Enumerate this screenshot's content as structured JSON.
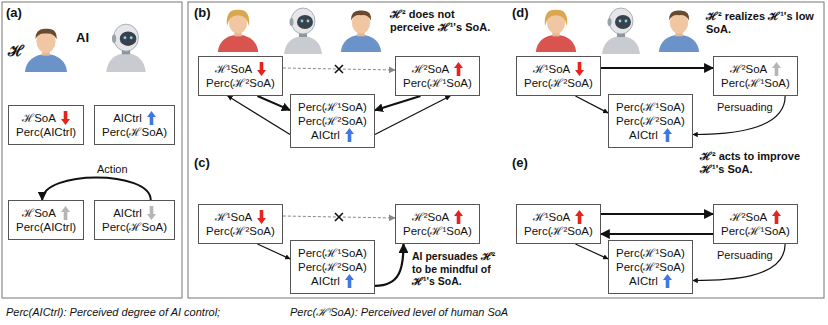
{
  "diagram": {
    "nodes": [
      {
        "text": [
          "ℋSoA",
          "Perc(AICtrl)"
        ]
      },
      {
        "text": [
          "AICtrl",
          "Perc(ℋSoA)"
        ]
      },
      {
        "text": [
          "ℋSoA",
          "Perc(AICtrl)"
        ]
      },
      {
        "text": [
          "AICtrl",
          "Perc(ℋSoA)"
        ]
      },
      {
        "text": [
          "ℋ¹SoA",
          "Perc(ℋ²SoA)"
        ]
      },
      {
        "text": [
          "Perc(ℋ¹SoA)",
          "Perc(ℋ²SoA)",
          "AICtrl"
        ]
      },
      {
        "text": [
          "ℋ²SoA",
          "Perc(ℋ¹SoA)"
        ]
      },
      {
        "text": [
          "ℋ¹SoA",
          "Perc(ℋ²SoA)"
        ]
      },
      {
        "text": [
          "Perc(ℋ¹SoA)",
          "Perc(ℋ²SoA)",
          "AICtrl"
        ]
      },
      {
        "text": [
          "ℋ²SoA",
          "Perc(ℋ¹SoA)"
        ]
      },
      {
        "text": [
          "ℋ¹SoA",
          "Perc(ℋ²SoA)"
        ]
      },
      {
        "text": [
          "Perc(ℋ¹SoA)",
          "Perc(ℋ²SoA)",
          "AICtrl"
        ]
      },
      {
        "text": [
          "ℋ²SoA",
          "Perc(ℋ¹SoA)"
        ]
      },
      {
        "text": [
          "ℋ¹SoA",
          "Perc(ℋ²SoA)"
        ]
      },
      {
        "text": [
          "Perc(ℋ¹SoA)",
          "Perc(ℋ²SoA)",
          "AICtrl"
        ]
      },
      {
        "text": [
          "ℋ²SoA",
          "Perc(ℋ¹SoA)"
        ]
      }
    ],
    "edges": [
      {
        "from": 3,
        "to": 2,
        "arrow": "to",
        "label": "Action"
      },
      {
        "from": 4,
        "to": 5,
        "arrow": "to"
      },
      {
        "from": 6,
        "to": 5,
        "arrow": "to"
      },
      {
        "from": 5,
        "to": 4,
        "arrow": "to"
      },
      {
        "from": 5,
        "to": 6,
        "arrow": "to"
      },
      {
        "from": 4,
        "to": 6,
        "arrow": "to"
      },
      {
        "from": 7,
        "to": 8,
        "arrow": "to"
      },
      {
        "from": 8,
        "to": 9,
        "arrow": "to"
      },
      {
        "from": 7,
        "to": 9,
        "arrow": "to"
      },
      {
        "from": 10,
        "to": 12,
        "arrow": "to"
      },
      {
        "from": 12,
        "to": 11,
        "arrow": "to",
        "label": "Persuading"
      },
      {
        "from": 10,
        "to": 11,
        "arrow": "to"
      },
      {
        "from": 13,
        "to": 15,
        "arrow": "to"
      },
      {
        "from": 15,
        "to": 13,
        "arrow": "to"
      },
      {
        "from": 15,
        "to": 14,
        "arrow": "to",
        "label": "Persuading"
      },
      {
        "from": 13,
        "to": 14,
        "arrow": "to"
      }
    ],
    "labels": [
      "(a)",
      "ℋ",
      "AI",
      "(b)",
      "ℋ² does not perceive ℋ¹'s SoA.",
      "(c)",
      "AI persuades ℋ² to be mindful of ℋ¹'s SoA.",
      "(d)",
      "ℋ² realizes ℋ¹'s low SoA.",
      "ℋ² acts to improve ℋ¹'s SoA.",
      "(e)",
      "Perc(AICtrl): Perceived degree of AI control;",
      "Perc(ℋⁱSoA): Perceived level of human SoA"
    ]
  }
}
